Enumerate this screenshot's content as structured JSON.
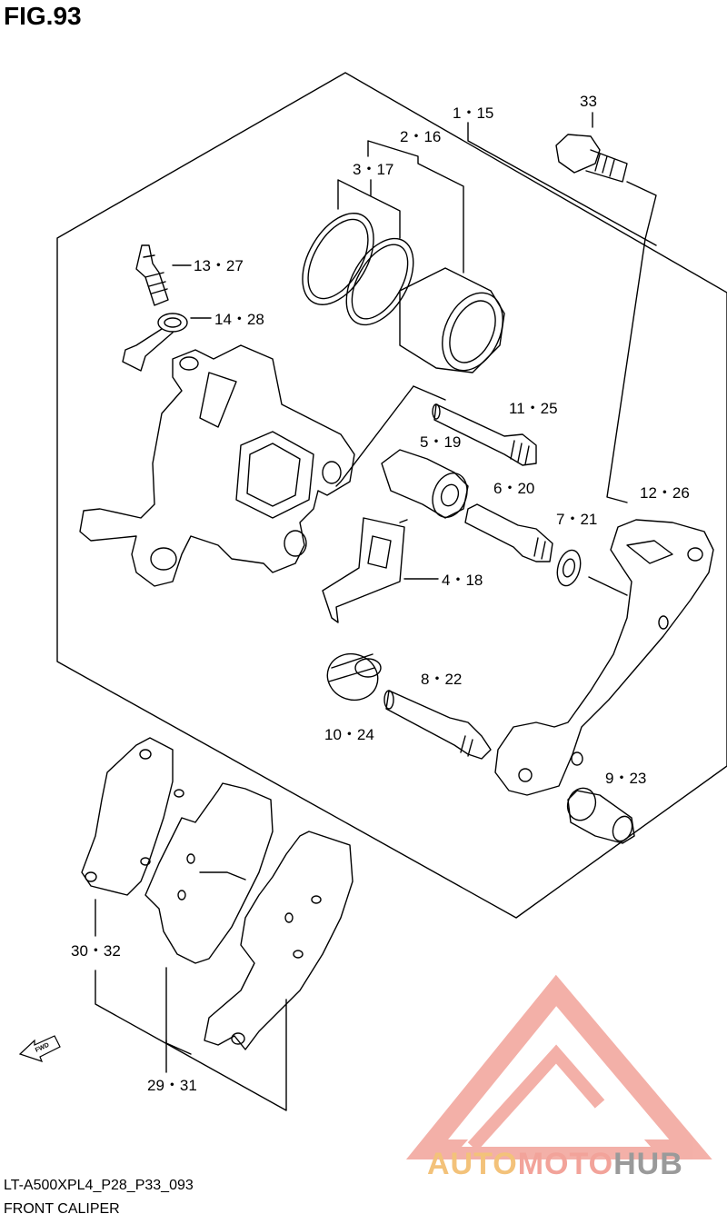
{
  "figure": {
    "title": "FIG.93"
  },
  "callouts": {
    "c1_15": "1・15",
    "c2_16": "2・16",
    "c3_17": "3・17",
    "c33": "33",
    "c13_27": "13・27",
    "c14_28": "14・28",
    "c11_25": "11・25",
    "c5_19": "5・19",
    "c6_20": "6・20",
    "c12_26": "12・26",
    "c7_21": "7・21",
    "c4_18": "4・18",
    "c8_22": "8・22",
    "c10_24": "10・24",
    "c9_23": "9・23",
    "c30_32": "30・32",
    "c29_31": "29・31"
  },
  "fwd_label": "FWD",
  "footer": {
    "model": "LT-A500XPL4_P28_P33_093",
    "name": "FRONT CALIPER"
  },
  "watermark": {
    "part1": "AUTO",
    "part2": "MOTO",
    "part3": "HUB"
  },
  "colors": {
    "line": "#000000",
    "watermark_orange": "#f3c27a",
    "watermark_red": "#f2a39a",
    "watermark_gray": "#9a9a9a"
  }
}
